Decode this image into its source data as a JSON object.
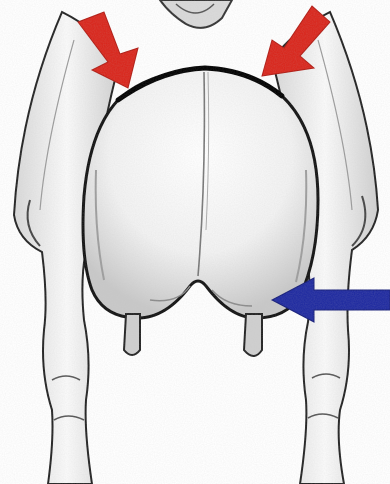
{
  "image": {
    "subject": "udder-rear-view-sketch",
    "colors": {
      "background": "#ffffff",
      "ink": "#1a1a1a",
      "shade": "#bdbdbd",
      "red_arrow": "#d9261c",
      "blue_arrow": "#1f2aa0"
    }
  },
  "annotations": [
    {
      "name": "red-arrow-left",
      "color": "red",
      "direction": "down-right"
    },
    {
      "name": "red-arrow-right",
      "color": "red",
      "direction": "down-left"
    },
    {
      "name": "blue-arrow",
      "color": "blue",
      "direction": "left"
    }
  ]
}
